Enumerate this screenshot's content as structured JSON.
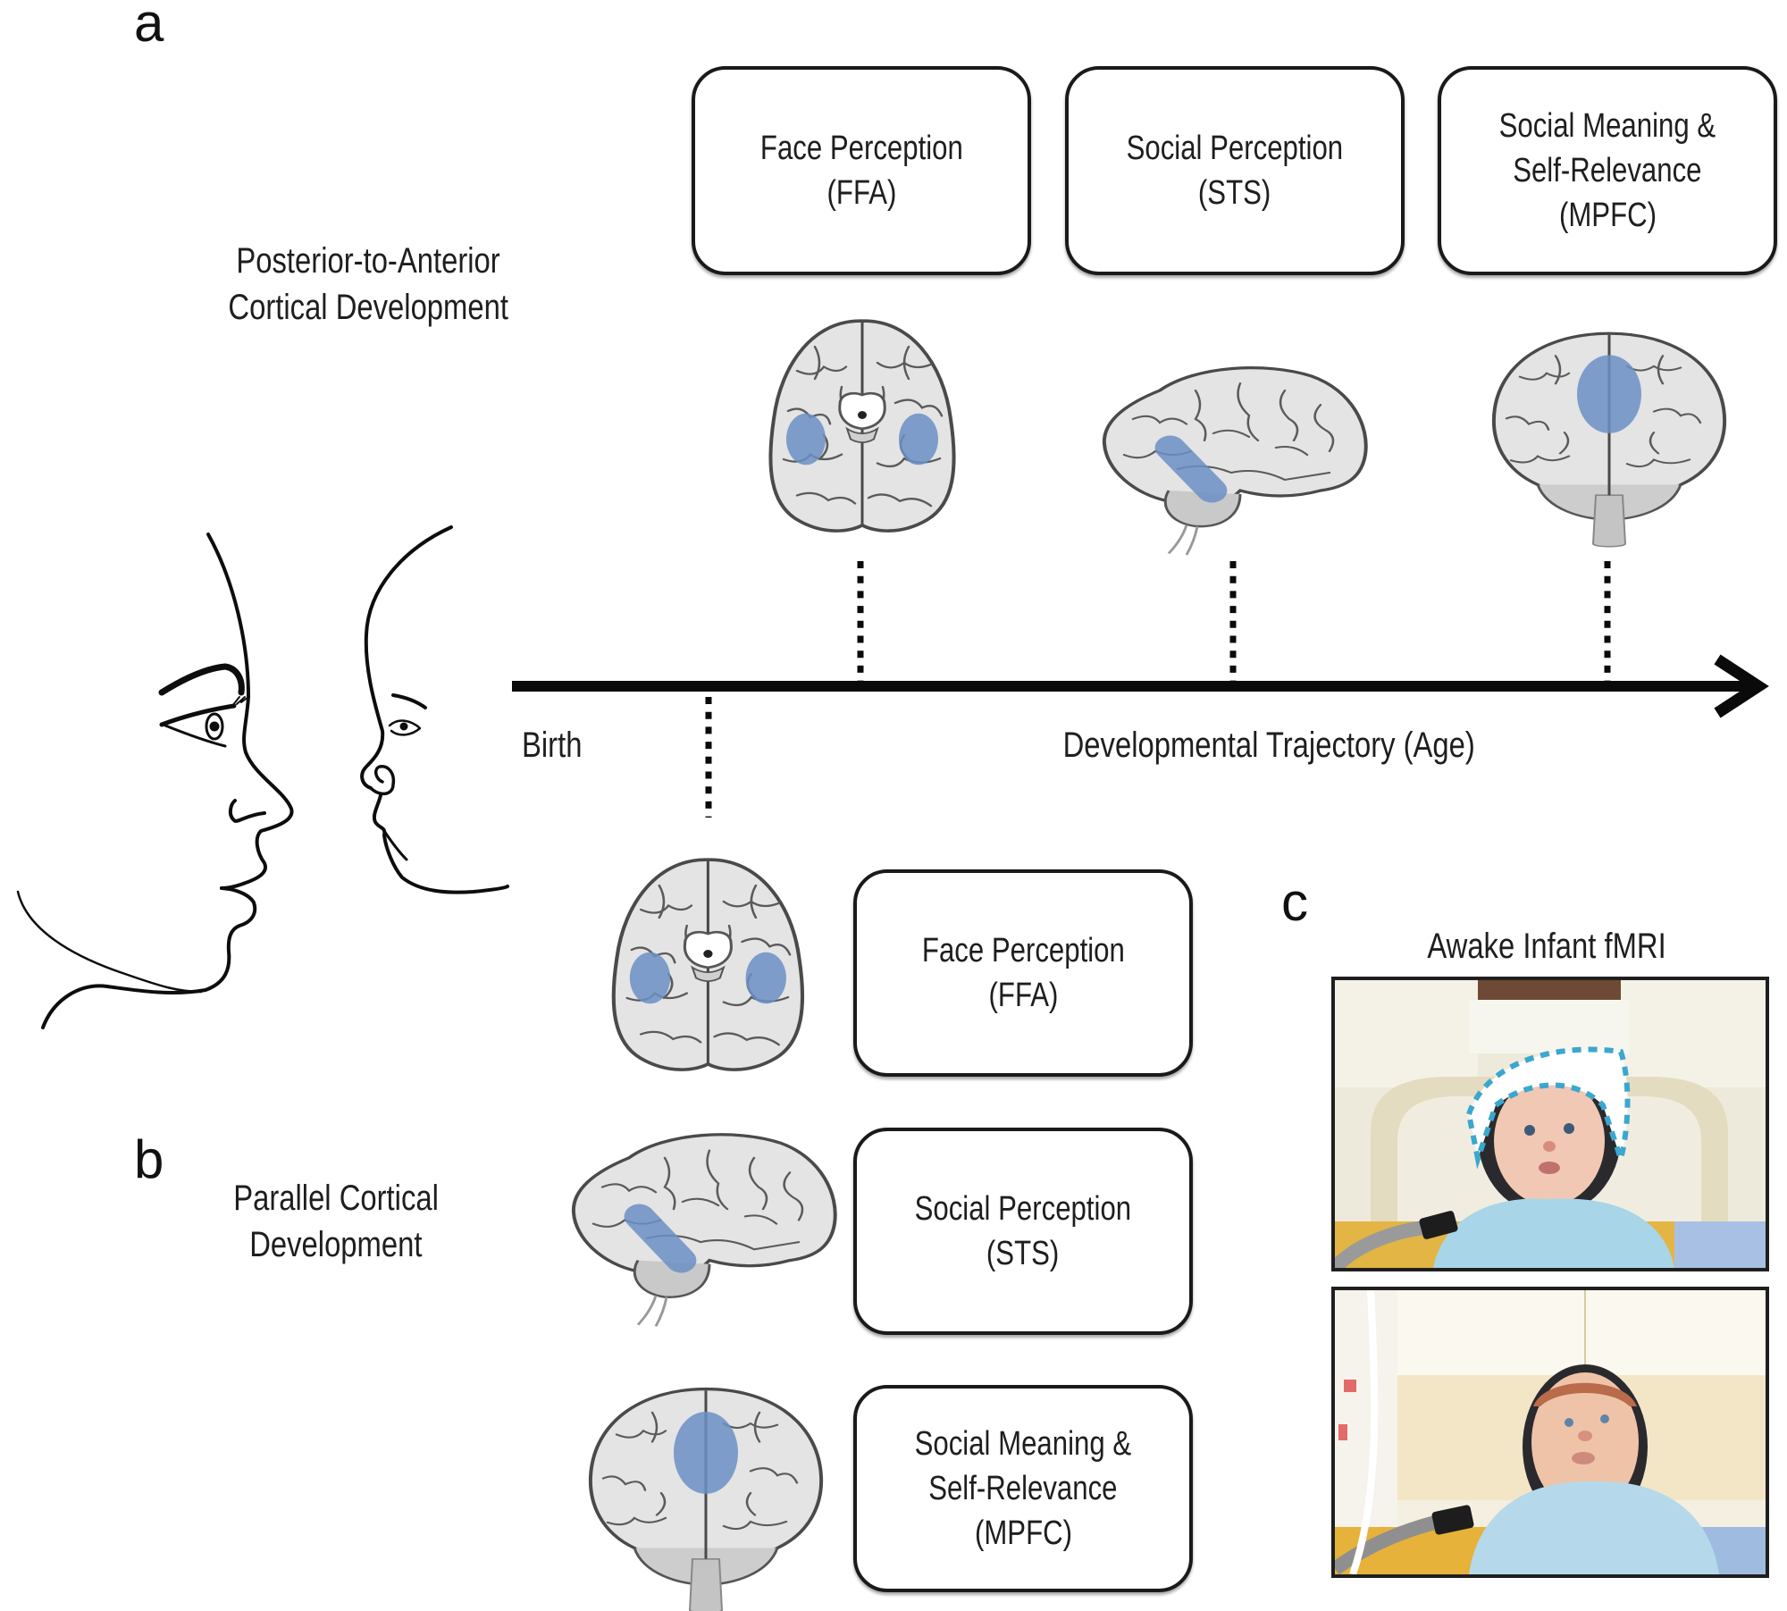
{
  "panels": {
    "a": {
      "letter": "a",
      "title_lines": [
        "Posterior-to-Anterior",
        "Cortical Development"
      ],
      "stages": [
        {
          "line1": "Face Perception",
          "line2": "(FFA)",
          "line3": "",
          "region": "FFA",
          "brain_view": "ventral"
        },
        {
          "line1": "Social Perception",
          "line2": "(STS)",
          "line3": "",
          "region": "STS",
          "brain_view": "lateral"
        },
        {
          "line1": "Social Meaning &",
          "line2": "Self-Relevance",
          "line3": "(MPFC)",
          "region": "MPFC",
          "brain_view": "frontal"
        }
      ]
    },
    "timeline": {
      "start_label": "Birth",
      "axis_label": "Developmental Trajectory (Age)"
    },
    "b": {
      "letter": "b",
      "title_lines": [
        "Parallel Cortical",
        "Development"
      ],
      "stages": [
        {
          "line1": "Face Perception",
          "line2": "(FFA)",
          "line3": "",
          "region": "FFA",
          "brain_view": "ventral"
        },
        {
          "line1": "Social Perception",
          "line2": "(STS)",
          "line3": "",
          "region": "STS",
          "brain_view": "lateral"
        },
        {
          "line1": "Social Meaning &",
          "line2": "Self-Relevance",
          "line3": "(MPFC)",
          "region": "MPFC",
          "brain_view": "frontal"
        }
      ]
    },
    "c": {
      "letter": "c",
      "title": "Awake Infant fMRI",
      "photos": [
        {
          "subject": "infant in MRI head coil with headphones and checkered cap"
        },
        {
          "subject": "infant in MRI head coil swaddled in blue blanket"
        }
      ]
    }
  },
  "illustration": {
    "subject": "adult and infant faces in profile facing each other"
  },
  "colors": {
    "highlight": "#6b8fc6",
    "brain_fill": "#e4e4e4",
    "brain_outline": "#4a4a4a",
    "ink": "#111111"
  }
}
